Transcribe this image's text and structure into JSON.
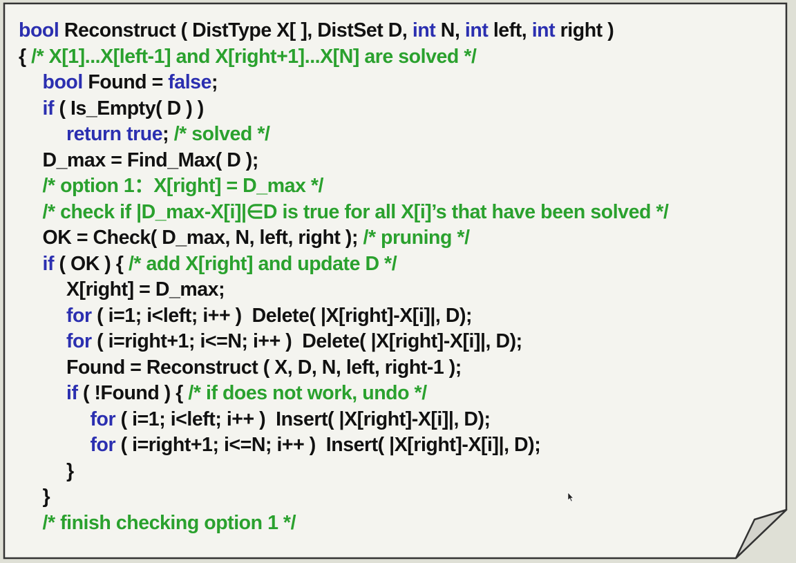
{
  "colors": {
    "background": "#dfe0d6",
    "sheet": "#f4f4ef",
    "sheet_border": "#333333",
    "keyword": "#2b2fb0",
    "comment": "#2aa12e",
    "text": "#111111"
  },
  "code_lines": [
    {
      "indent": 0,
      "tokens": [
        {
          "t": "bool",
          "c": "kw"
        },
        {
          "t": " Reconstruct ( DistType X[ ], DistSet D, ",
          "c": "tx"
        },
        {
          "t": "int",
          "c": "kw"
        },
        {
          "t": " N, ",
          "c": "tx"
        },
        {
          "t": "int",
          "c": "kw"
        },
        {
          "t": " left, ",
          "c": "tx"
        },
        {
          "t": "int",
          "c": "kw"
        },
        {
          "t": " right )",
          "c": "tx"
        }
      ]
    },
    {
      "indent": 0,
      "tokens": [
        {
          "t": "{ ",
          "c": "tx"
        },
        {
          "t": "/* X[1]...X[left-1] and X[right+1]...X[N] are solved */",
          "c": "cm"
        }
      ]
    },
    {
      "indent": 1,
      "tokens": [
        {
          "t": "bool",
          "c": "kw"
        },
        {
          "t": " Found = ",
          "c": "tx"
        },
        {
          "t": "false",
          "c": "kw"
        },
        {
          "t": ";",
          "c": "tx"
        }
      ]
    },
    {
      "indent": 1,
      "tokens": [
        {
          "t": "if",
          "c": "kw"
        },
        {
          "t": " ( Is_Empty( D ) )",
          "c": "tx"
        }
      ]
    },
    {
      "indent": 2,
      "tokens": [
        {
          "t": "return",
          "c": "kw"
        },
        {
          "t": " ",
          "c": "tx"
        },
        {
          "t": "true",
          "c": "kw"
        },
        {
          "t": "; ",
          "c": "tx"
        },
        {
          "t": "/* solved */",
          "c": "cm"
        }
      ]
    },
    {
      "indent": 1,
      "tokens": [
        {
          "t": "D_max = Find_Max( D );",
          "c": "tx"
        }
      ]
    },
    {
      "indent": 1,
      "tokens": [
        {
          "t": "/* option 1：X[right] = D_max */",
          "c": "cm"
        }
      ]
    },
    {
      "indent": 1,
      "tokens": [
        {
          "t": "/* check if |D_max-X[i]|∈D is true for all X[i]’s that have been solved */",
          "c": "cm"
        }
      ]
    },
    {
      "indent": 1,
      "tokens": [
        {
          "t": "OK = Check( D_max, N, left, right ); ",
          "c": "tx"
        },
        {
          "t": "/* pruning */",
          "c": "cm"
        }
      ]
    },
    {
      "indent": 1,
      "tokens": [
        {
          "t": "if",
          "c": "kw"
        },
        {
          "t": " ( OK ) { ",
          "c": "tx"
        },
        {
          "t": "/* add X[right] and update D */",
          "c": "cm"
        }
      ]
    },
    {
      "indent": 2,
      "tokens": [
        {
          "t": "X[right] = D_max;",
          "c": "tx"
        }
      ]
    },
    {
      "indent": 2,
      "tokens": [
        {
          "t": "for",
          "c": "kw"
        },
        {
          "t": " ( i=1; i<left; i++ )  Delete( |X[right]-X[i]|, D);",
          "c": "tx"
        }
      ]
    },
    {
      "indent": 2,
      "tokens": [
        {
          "t": "for",
          "c": "kw"
        },
        {
          "t": " ( i=right+1; i<=N; i++ )  Delete( |X[right]-X[i]|, D);",
          "c": "tx"
        }
      ]
    },
    {
      "indent": 2,
      "tokens": [
        {
          "t": "Found = Reconstruct ( X, D, N, left, right-1 );",
          "c": "tx"
        }
      ]
    },
    {
      "indent": 2,
      "tokens": [
        {
          "t": "if",
          "c": "kw"
        },
        {
          "t": " ( !Found ) { ",
          "c": "tx"
        },
        {
          "t": "/* if does not work, undo */",
          "c": "cm"
        }
      ]
    },
    {
      "indent": 3,
      "tokens": [
        {
          "t": "for",
          "c": "kw"
        },
        {
          "t": " ( i=1; i<left; i++ )  Insert( |X[right]-X[i]|, D);",
          "c": "tx"
        }
      ]
    },
    {
      "indent": 3,
      "tokens": [
        {
          "t": "for",
          "c": "kw"
        },
        {
          "t": " ( i=right+1; i<=N; i++ )  Insert( |X[right]-X[i]|, D);",
          "c": "tx"
        }
      ]
    },
    {
      "indent": 2,
      "tokens": [
        {
          "t": "}",
          "c": "tx"
        }
      ]
    },
    {
      "indent": 1,
      "tokens": [
        {
          "t": "}",
          "c": "tx"
        }
      ]
    },
    {
      "indent": 1,
      "tokens": [
        {
          "t": "/* finish checking option 1 */",
          "c": "cm"
        }
      ]
    }
  ]
}
